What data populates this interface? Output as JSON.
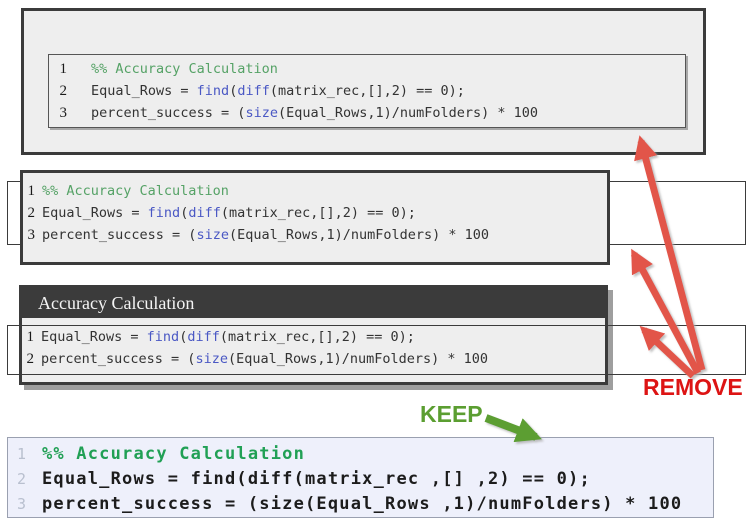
{
  "annotations": {
    "remove_label": "REMOVE",
    "keep_label": "KEEP"
  },
  "shared_code": {
    "line_comment": "%% Accuracy Calculation",
    "line2_pre": "Equal_Rows = ",
    "line2_kw1": "find",
    "line2_open": "(",
    "line2_kw2": "diff",
    "line2_post": "(matrix_rec,[],2) == 0);",
    "line3_pre": "percent_success = (",
    "line3_kw": "size",
    "line3_post": "(Equal_Rows,1)/numFolders) * 100"
  },
  "block1": {
    "nums": [
      "1",
      "2",
      "3"
    ]
  },
  "block2": {
    "nums": [
      "1",
      "2",
      "3"
    ]
  },
  "block3": {
    "title": "Accuracy Calculation",
    "nums": [
      "1",
      "2"
    ]
  },
  "block4": {
    "nums": [
      "1",
      "2",
      "3"
    ],
    "line1": "%% Accuracy Calculation",
    "line2": "Equal_Rows = find(diff(matrix_rec ,[] ,2) == 0);",
    "line3": "percent_success = (size(Equal_Rows ,1)/numFolders) * 100"
  },
  "colors": {
    "frame": "#3b3b3b",
    "block_bg": "#eeeeee",
    "comment_green": "#55a266",
    "keyword_blue": "#4a58c4",
    "code_text": "#333333",
    "keep_green": "#5b9e31",
    "remove_red": "#dd1414",
    "arrow_red": "#e25449",
    "bottom_bg": "#eef0fb",
    "bottom_comment": "#21a055",
    "bottom_num": "#b9c0cf"
  }
}
